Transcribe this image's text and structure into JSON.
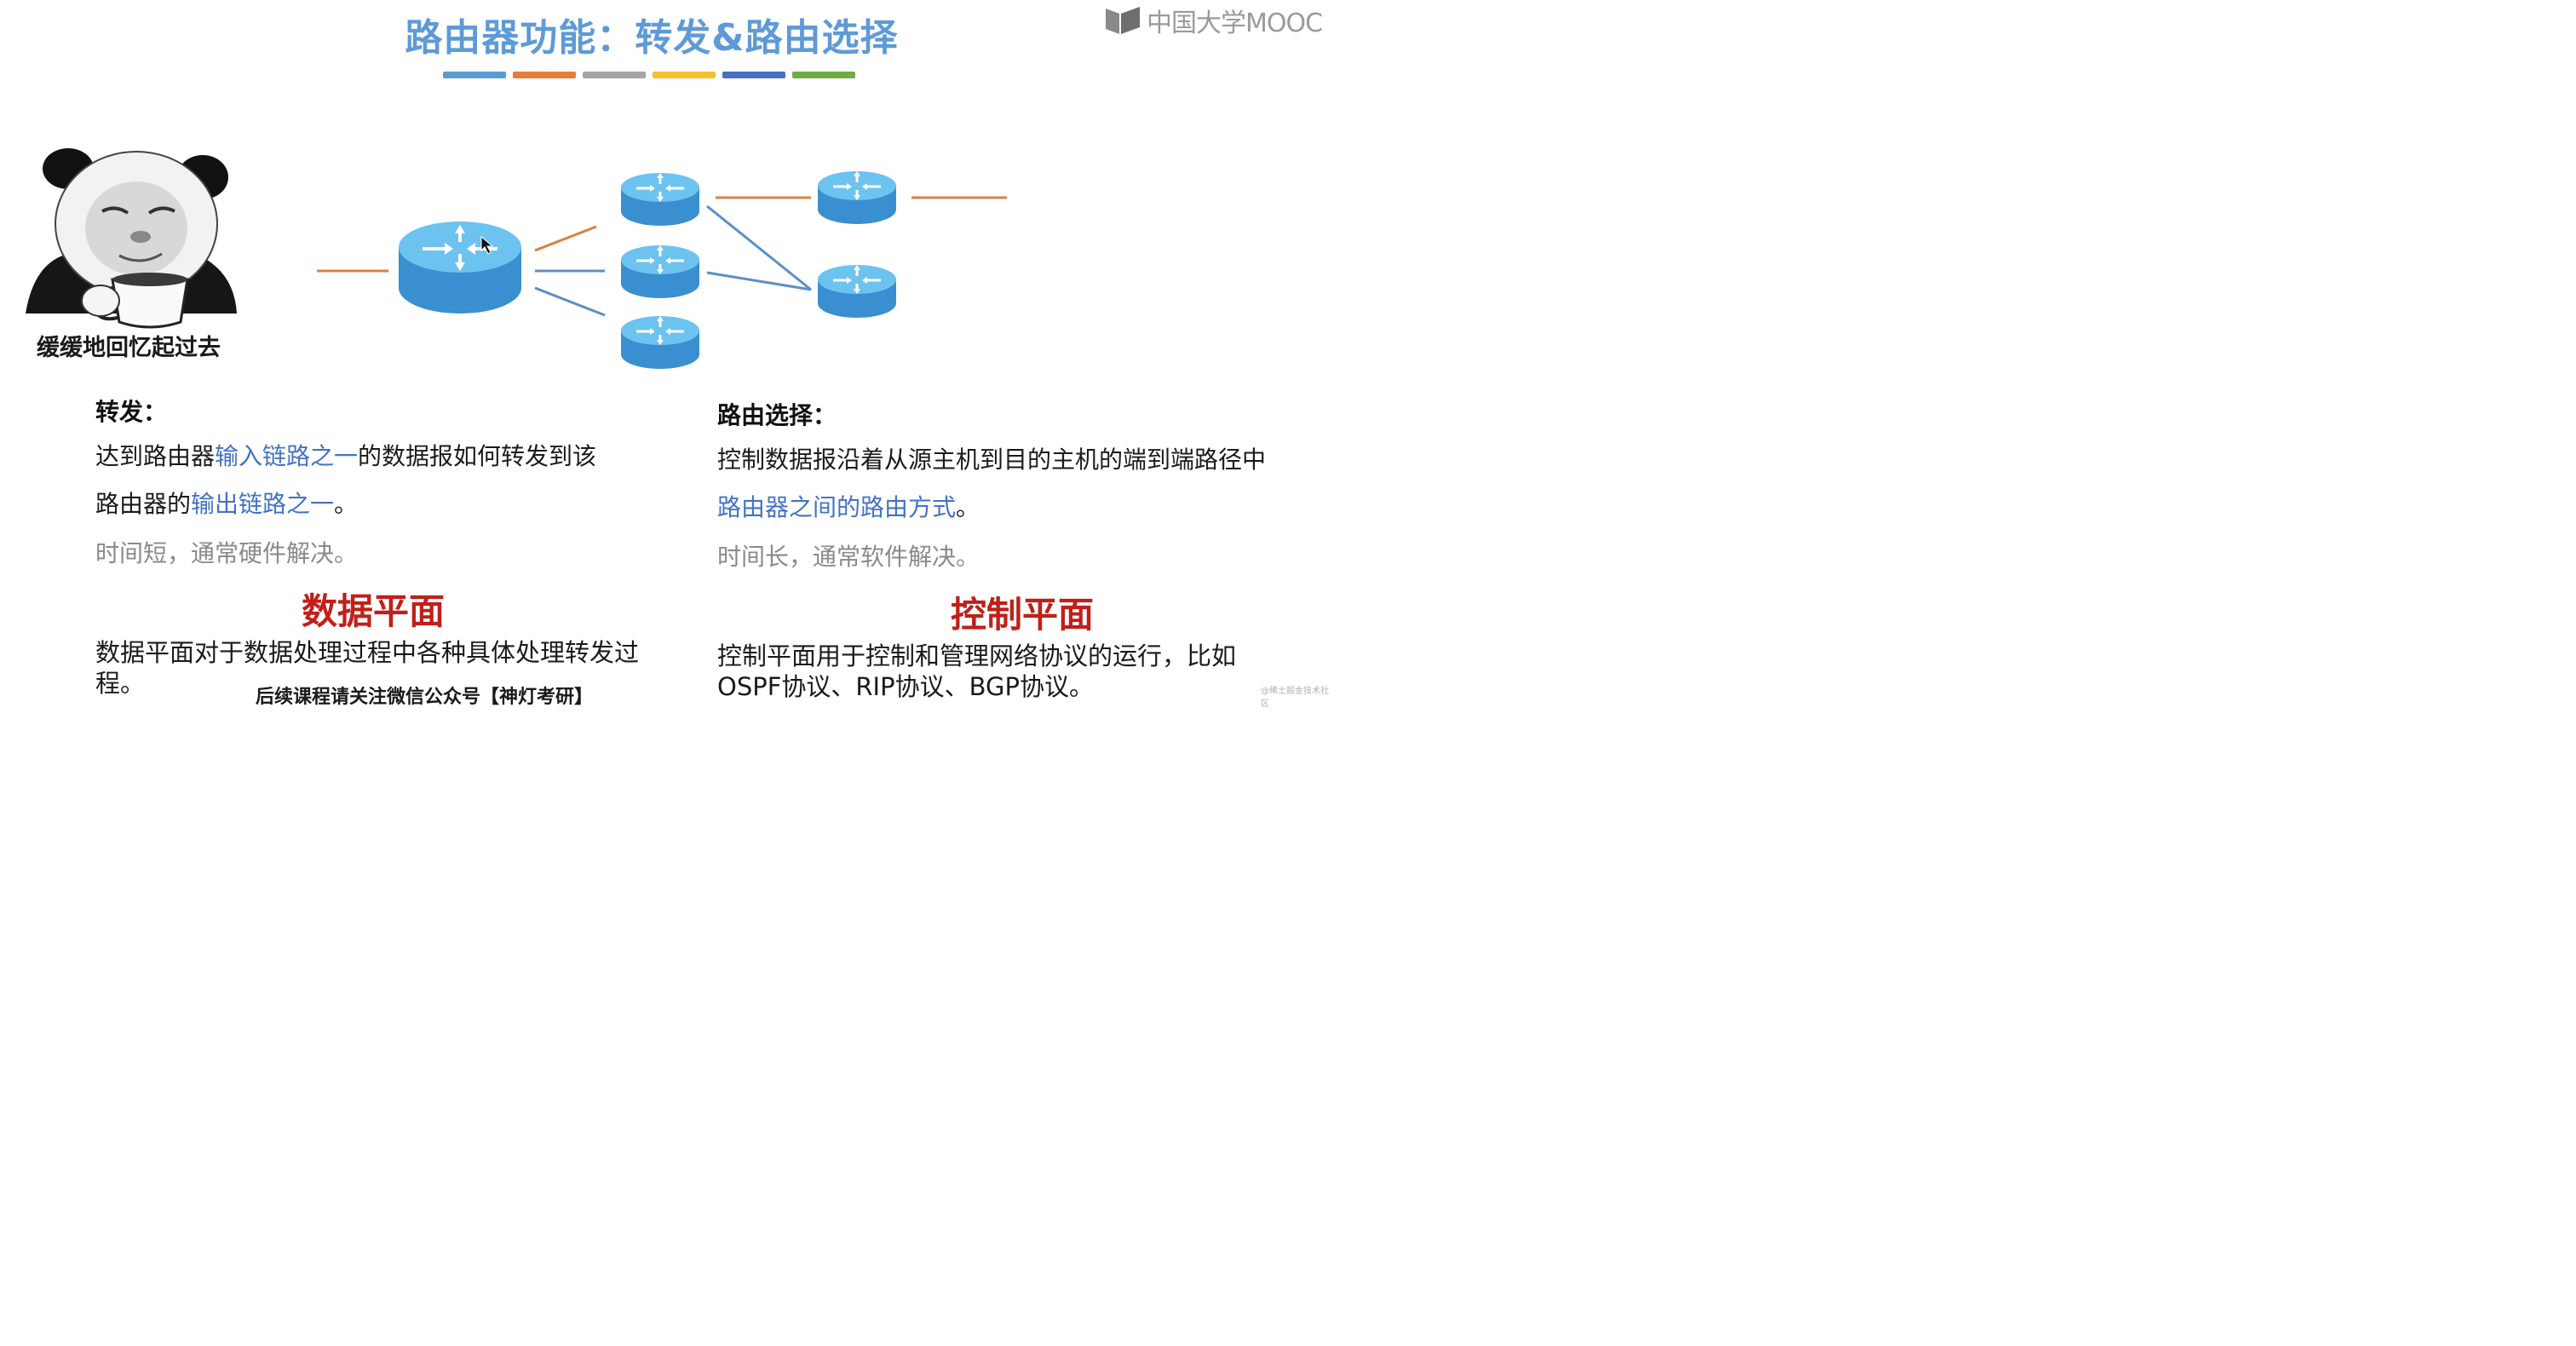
{
  "title": "路由器功能：转发&路由选择",
  "color_bars": [
    "#5b9bd5",
    "#e67e3a",
    "#a5a5a5",
    "#f2c230",
    "#4a6fc0",
    "#70ad47"
  ],
  "logo": {
    "text": "中国大学MOOC"
  },
  "meme": {
    "caption": "缓缓地回忆起过去"
  },
  "forwarding": {
    "heading": "转发：",
    "line1_pre": "达到路由器",
    "line1_hl": "输入链路之一",
    "line1_post": "的数据报如何转发到该",
    "line2_pre": "路由器的",
    "line2_hl": "输出链路之一",
    "line2_post": "。",
    "note": "时间短，通常硬件解决。",
    "plane": "数据平面",
    "plane_desc": "数据平面对于数据处理过程中各种具体处理转发过程。"
  },
  "routing": {
    "heading": "路由选择：",
    "line1": "控制数据报沿着从源主机到目的主机的端到端路径中",
    "line2_hl": "路由器之间的路由方式",
    "line2_post": "。",
    "note": "时间长，通常软件解决。",
    "plane": "控制平面",
    "plane_desc_1": "控制平面用于控制和管理网络协议的运行，比如",
    "plane_desc_2": "OSPF协议、RIP协议、BGP协议。"
  },
  "footer_note": "后续课程请关注微信公众号【神灯考研】",
  "watermark": "@稀土掘金技术社区",
  "colors": {
    "title": "#5e9ad6",
    "router_top": "#6cc3ef",
    "router_side": "#3a8fd0",
    "link_orange": "#d9823e",
    "link_blue": "#5b8fc7",
    "plane_red": "#c0201a",
    "highlight": "#4472c4"
  }
}
